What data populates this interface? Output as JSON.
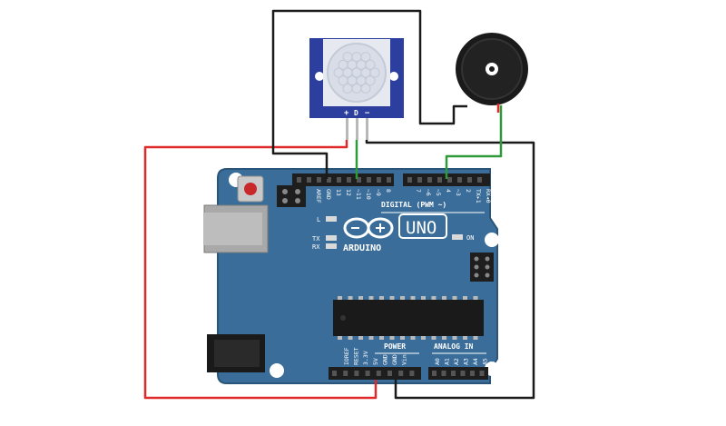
{
  "board": {
    "brand": "ARDUINO",
    "model": "UNO",
    "digital_header_label": "DIGITAL (PWM ~)",
    "digital_pins": [
      "AREF",
      "GND",
      "13",
      "12",
      "~11",
      "~10",
      "~9",
      "8",
      "7",
      "~6",
      "~5",
      "4",
      "~3",
      "2",
      "TX▸1",
      "RX◂0"
    ],
    "led_labels": {
      "l": "L",
      "tx": "TX",
      "rx": "RX",
      "on": "ON"
    },
    "power_header_label": "POWER",
    "power_pins": [
      "IOREF",
      "RESET",
      "3.3V",
      "5V",
      "GND",
      "GND",
      "Vin"
    ],
    "analog_header_label": "ANALOG IN",
    "analog_pins": [
      "A0",
      "A1",
      "A2",
      "A3",
      "A4",
      "A5"
    ]
  },
  "pir_sensor": {
    "pin_labels": {
      "plus": "+",
      "data": "D",
      "minus": "−"
    }
  },
  "colors": {
    "board": "#3a6d99",
    "board_edge": "#2a5578",
    "wire_power": "#e02a2a",
    "wire_ground": "#1a1a1a",
    "wire_signal": "#2e9a3a",
    "sensor_blue": "#2d3f9e",
    "sensor_lens": "#d8dde8",
    "header": "#1e1e1e",
    "pin_label": "#ffffff"
  },
  "icons": [
    "arduino-infinity-logo",
    "buzzer",
    "pir-lens",
    "reset-button",
    "usb-port",
    "dc-jack",
    "atmega-chip"
  ]
}
